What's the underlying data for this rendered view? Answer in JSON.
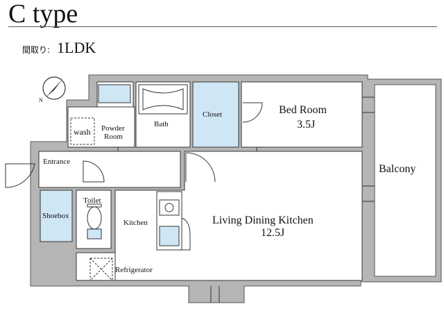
{
  "header": {
    "title": "C type",
    "layout_label": "間取り:",
    "layout_value": "1LDK"
  },
  "colors": {
    "wall": "#b5b5b5",
    "wall_edge": "#555555",
    "closet_fill": "#cfe6f5",
    "line": "#333333",
    "bg": "#ffffff"
  },
  "rooms": {
    "bed_room": "Bed Room",
    "bed_room_size": "3.5J",
    "closet": "Closet",
    "bath": "Bath",
    "powder_room_1": "Powder",
    "powder_room_2": "Room",
    "wash": "wash",
    "entrance": "Entrance",
    "toilet": "Toilet",
    "shoebox": "Shoebox",
    "kitchen": "Kitchen",
    "ldk": "Living Dining Kitchen",
    "ldk_size": "12.5J",
    "refrigerator": "Refrigerator",
    "balcony": "Balcony"
  },
  "icons": {
    "compass": "north-compass-icon",
    "compass_letter": "N"
  }
}
